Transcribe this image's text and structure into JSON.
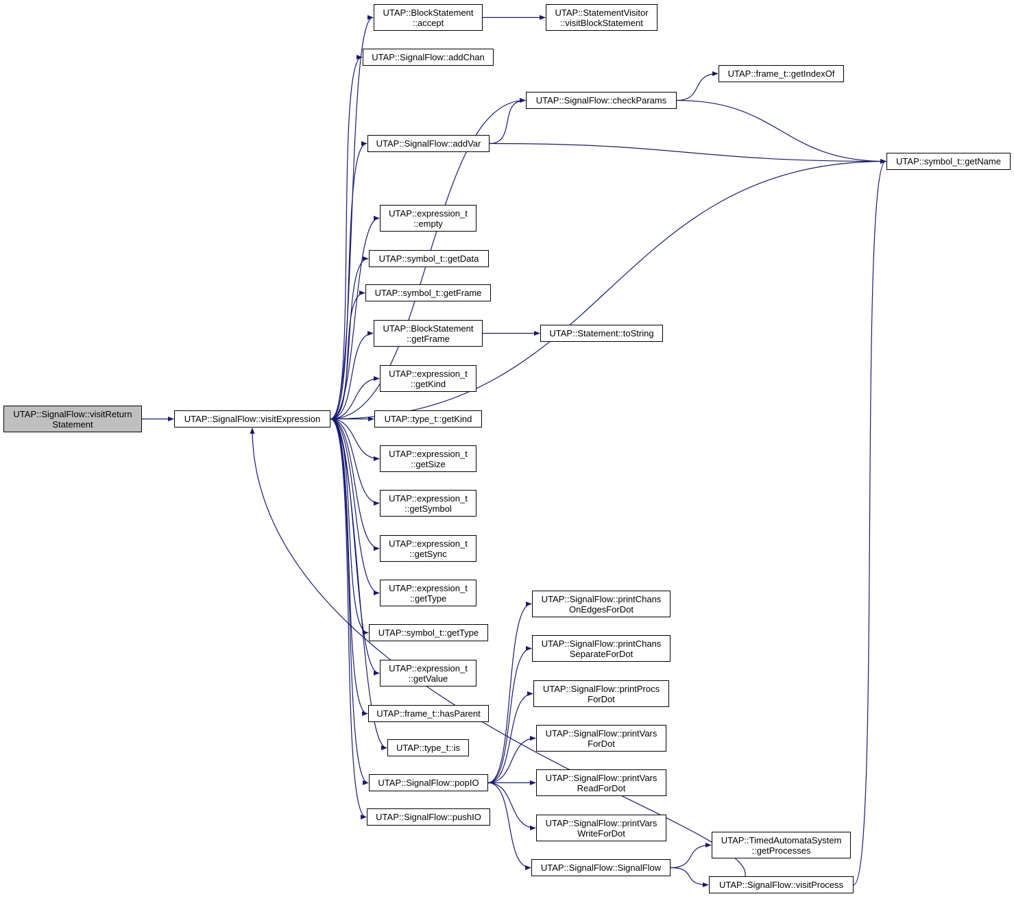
{
  "colors": {
    "edge": "#191970",
    "node_border": "#000000",
    "root_fill": "#bfbfbf",
    "node_fill": "#ffffff"
  },
  "nodes": {
    "visitReturnStatement": [
      "UTAP::SignalFlow::visitReturn",
      "Statement"
    ],
    "visitExpression": [
      "UTAP::SignalFlow::visitExpression"
    ],
    "BlockStatement_accept": [
      "UTAP::BlockStatement",
      "::accept"
    ],
    "visitBlockStatement": [
      "UTAP::StatementVisitor",
      "::visitBlockStatement"
    ],
    "addChan": [
      "UTAP::SignalFlow::addChan"
    ],
    "checkParams": [
      "UTAP::SignalFlow::checkParams"
    ],
    "getIndexOf": [
      "UTAP::frame_t::getIndexOf"
    ],
    "addVar": [
      "UTAP::SignalFlow::addVar"
    ],
    "getName": [
      "UTAP::symbol_t::getName"
    ],
    "expr_empty": [
      "UTAP::expression_t",
      "::empty"
    ],
    "sym_getData": [
      "UTAP::symbol_t::getData"
    ],
    "sym_getFrame": [
      "UTAP::symbol_t::getFrame"
    ],
    "block_getFrame": [
      "UTAP::BlockStatement",
      "::getFrame"
    ],
    "toString": [
      "UTAP::Statement::toString"
    ],
    "expr_getKind": [
      "UTAP::expression_t",
      "::getKind"
    ],
    "type_getKind": [
      "UTAP::type_t::getKind"
    ],
    "expr_getSize": [
      "UTAP::expression_t",
      "::getSize"
    ],
    "expr_getSymbol": [
      "UTAP::expression_t",
      "::getSymbol"
    ],
    "expr_getSync": [
      "UTAP::expression_t",
      "::getSync"
    ],
    "expr_getType": [
      "UTAP::expression_t",
      "::getType"
    ],
    "sym_getType": [
      "UTAP::symbol_t::getType"
    ],
    "expr_getValue": [
      "UTAP::expression_t",
      "::getValue"
    ],
    "hasParent": [
      "UTAP::frame_t::hasParent"
    ],
    "type_is": [
      "UTAP::type_t::is"
    ],
    "popIO": [
      "UTAP::SignalFlow::popIO"
    ],
    "pushIO": [
      "UTAP::SignalFlow::pushIO"
    ],
    "printChansOnEdges": [
      "UTAP::SignalFlow::printChans",
      "OnEdgesForDot"
    ],
    "printChansSeparate": [
      "UTAP::SignalFlow::printChans",
      "SeparateForDot"
    ],
    "printProcs": [
      "UTAP::SignalFlow::printProcs",
      "ForDot"
    ],
    "printVars": [
      "UTAP::SignalFlow::printVars",
      "ForDot"
    ],
    "printVarsRead": [
      "UTAP::SignalFlow::printVars",
      "ReadForDot"
    ],
    "printVarsWrite": [
      "UTAP::SignalFlow::printVars",
      "WriteForDot"
    ],
    "getProcesses": [
      "UTAP::TimedAutomataSystem",
      "::getProcesses"
    ],
    "SignalFlow_ctor": [
      "UTAP::SignalFlow::SignalFlow"
    ],
    "visitProcess": [
      "UTAP::SignalFlow::visitProcess"
    ]
  },
  "edges": [
    [
      "visitReturnStatement",
      "visitExpression"
    ],
    [
      "visitExpression",
      "BlockStatement_accept"
    ],
    [
      "visitExpression",
      "addChan"
    ],
    [
      "visitExpression",
      "checkParams"
    ],
    [
      "visitExpression",
      "addVar"
    ],
    [
      "visitExpression",
      "getName"
    ],
    [
      "visitExpression",
      "expr_empty"
    ],
    [
      "visitExpression",
      "sym_getData"
    ],
    [
      "visitExpression",
      "sym_getFrame"
    ],
    [
      "visitExpression",
      "block_getFrame"
    ],
    [
      "visitExpression",
      "expr_getKind"
    ],
    [
      "visitExpression",
      "type_getKind"
    ],
    [
      "visitExpression",
      "expr_getSize"
    ],
    [
      "visitExpression",
      "expr_getSymbol"
    ],
    [
      "visitExpression",
      "expr_getSync"
    ],
    [
      "visitExpression",
      "expr_getType"
    ],
    [
      "visitExpression",
      "sym_getType"
    ],
    [
      "visitExpression",
      "expr_getValue"
    ],
    [
      "visitExpression",
      "hasParent"
    ],
    [
      "visitExpression",
      "type_is"
    ],
    [
      "visitExpression",
      "popIO"
    ],
    [
      "visitExpression",
      "pushIO"
    ],
    [
      "BlockStatement_accept",
      "visitBlockStatement"
    ],
    [
      "checkParams",
      "getIndexOf"
    ],
    [
      "checkParams",
      "getName"
    ],
    [
      "addVar",
      "checkParams"
    ],
    [
      "addVar",
      "getName"
    ],
    [
      "block_getFrame",
      "toString"
    ],
    [
      "popIO",
      "printChansOnEdges"
    ],
    [
      "popIO",
      "printChansSeparate"
    ],
    [
      "popIO",
      "printProcs"
    ],
    [
      "popIO",
      "printVars"
    ],
    [
      "popIO",
      "printVarsRead"
    ],
    [
      "popIO",
      "printVarsWrite"
    ],
    [
      "popIO",
      "SignalFlow_ctor"
    ],
    [
      "SignalFlow_ctor",
      "getProcesses"
    ],
    [
      "SignalFlow_ctor",
      "visitProcess"
    ],
    [
      "visitProcess",
      "getName"
    ],
    [
      "visitProcess",
      "visitExpression"
    ]
  ]
}
